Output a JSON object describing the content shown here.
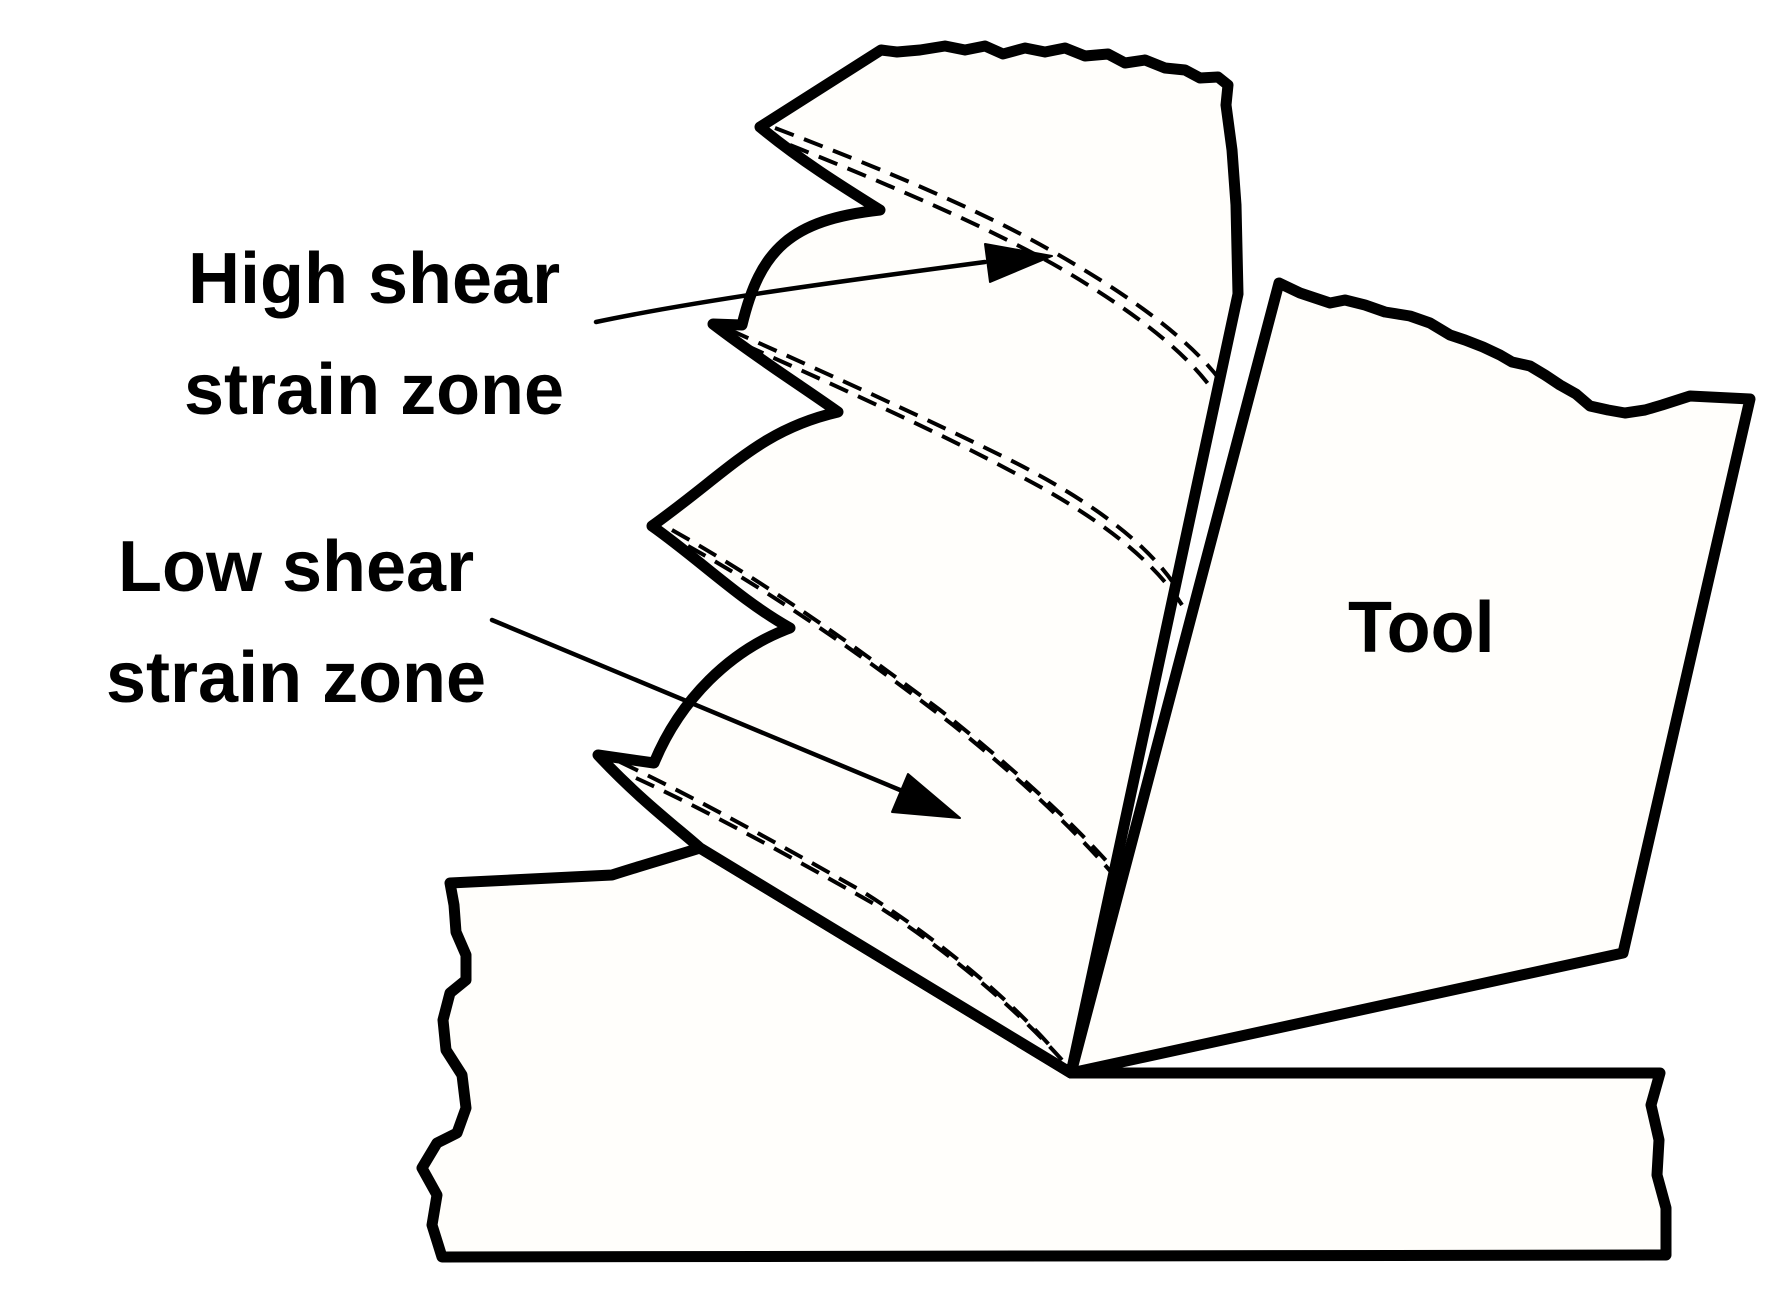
{
  "labels": {
    "high_shear_line1": "High shear",
    "high_shear_line2": "strain zone",
    "low_shear_line1": "Low shear",
    "low_shear_line2": "strain zone",
    "tool": "Tool"
  },
  "colors": {
    "line": "#000000",
    "fill": "#fffefb",
    "background": "#ffffff"
  }
}
